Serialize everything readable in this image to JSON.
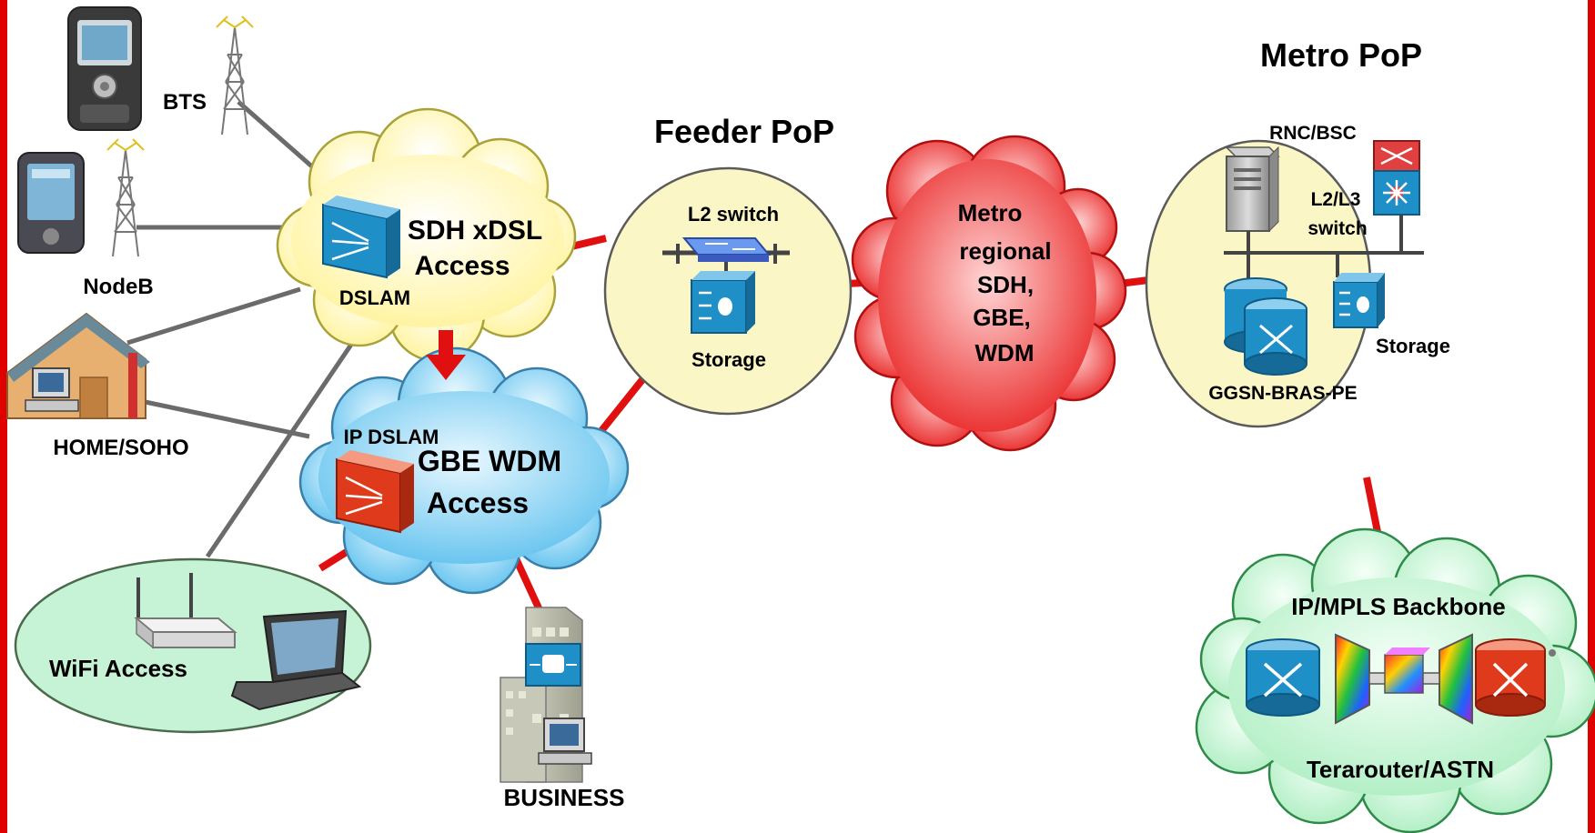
{
  "labels": {
    "bts": "BTS",
    "nodeb": "NodeB",
    "home_soho": "HOME/SOHO",
    "wifi_access": "WiFi Access",
    "business": "BUSINESS",
    "sdh_xdsl": "SDH xDSL",
    "sdh_access": "Access",
    "dslam": "DSLAM",
    "ip_dslam": "IP DSLAM",
    "gbe_wdm": "GBE WDM",
    "gbe_access": "Access",
    "feeder_pop": "Feeder PoP",
    "l2_switch": "L2 switch",
    "feeder_storage": "Storage",
    "metro_line1": "Metro",
    "metro_line2": "regional",
    "metro_line3": "SDH,",
    "metro_line4": "GBE,",
    "metro_line5": "WDM",
    "metro_pop": "Metro PoP",
    "rnc_bsc": "RNC/BSC",
    "l2l3_line1": "L2/L3",
    "l2l3_line2": "switch",
    "metro_storage": "Storage",
    "ggsn": "GGSN-BRAS-PE",
    "backbone": "IP/MPLS Backbone",
    "terarouter": "Terarouter/ASTN"
  },
  "colors": {
    "frame_red": "#e00000",
    "link_red": "#e01010",
    "link_gray": "#6b6b6b",
    "cloud_yellow": "#fff7a8",
    "cloud_blue": "#8fd3f4",
    "cloud_red": "#ef3030",
    "cloud_green": "#c8f5d6",
    "pop_fill": "#fbf6c6",
    "device_blue": "#1f8fc8",
    "device_red": "#e03a1c"
  }
}
